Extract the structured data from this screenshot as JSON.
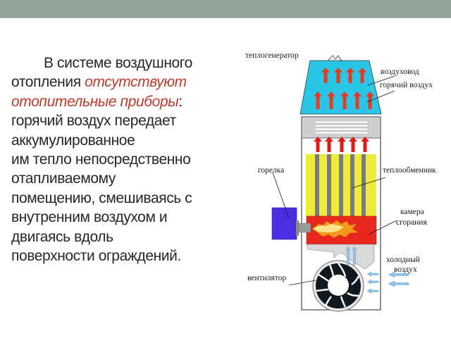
{
  "slide": {
    "header_bar_color": "#91a297",
    "body_text": {
      "line1": "В системе воздушного",
      "line2_prefix": "отопления ",
      "highlight_1": "отсутствуют",
      "highlight_2": "отопительные приборы",
      "colon": ":",
      "rest_lines": [
        "горячий воздух передает",
        "аккумулированное",
        "им тепло непосредственно",
        "отапливаемому",
        "помещению, смешиваясь с",
        "внутренним воздухом и",
        "двигаясь вдоль",
        "поверхности ограждений."
      ],
      "highlight_color": "#c0392b"
    },
    "diagram": {
      "labels": {
        "heat_generator": "теплогенератор",
        "air_duct": "воздуховод",
        "hot_air": "горячий воздух",
        "burner": "горелка",
        "heat_exchanger": "теплообменник",
        "combustion_chamber_1": "камера",
        "combustion_chamber_2": "сгорания",
        "cold_air_1": "холодный",
        "cold_air_2": "воздух",
        "fan": "вентилятор"
      },
      "colors": {
        "duct": "#29c6e8",
        "hot_arrow": "#e53a22",
        "exchanger": "#eeec3a",
        "tube": "#7b7b7b",
        "chamber": "#e8281c",
        "burner": "#4b2ee0",
        "cold_arrow": "#8fc4ea",
        "casing": "#d9d9d9"
      }
    }
  }
}
